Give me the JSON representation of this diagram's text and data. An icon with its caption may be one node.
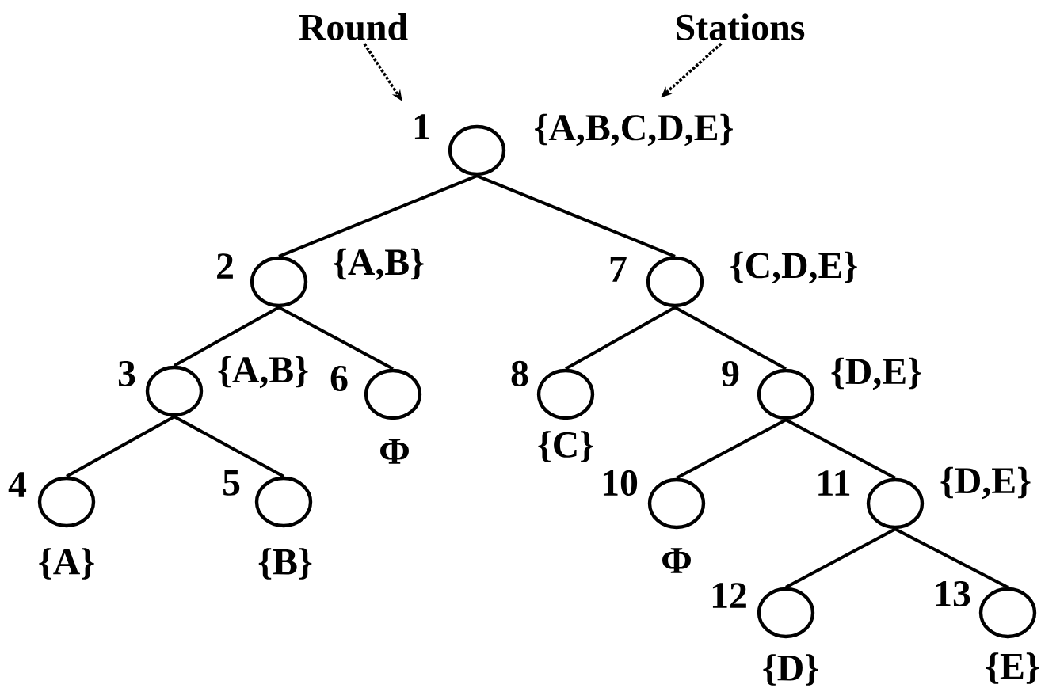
{
  "diagram": {
    "nodes": [
      {
        "text": [
          "Round"
        ]
      },
      {
        "text": [
          "Stations"
        ]
      },
      {
        "text": [],
        "shape": "circle",
        "beside": [
          "1",
          "{A,B,C,D,E}"
        ]
      },
      {
        "text": [],
        "shape": "circle",
        "beside": [
          "2",
          "{A,B}"
        ]
      },
      {
        "text": [],
        "shape": "circle",
        "beside": [
          "7",
          "{C,D,E}"
        ]
      },
      {
        "text": [],
        "shape": "circle",
        "beside": [
          "3",
          "{A,B}"
        ]
      },
      {
        "text": [],
        "shape": "circle",
        "beside": [
          "6",
          "Φ"
        ]
      },
      {
        "text": [],
        "shape": "circle",
        "beside": [
          "8",
          "{C}"
        ]
      },
      {
        "text": [],
        "shape": "circle",
        "beside": [
          "9",
          "{D,E}"
        ]
      },
      {
        "text": [],
        "shape": "circle",
        "beside": [
          "4",
          "{A}"
        ]
      },
      {
        "text": [],
        "shape": "circle",
        "beside": [
          "5",
          "{B}"
        ]
      },
      {
        "text": [],
        "shape": "circle",
        "beside": [
          "10",
          "Φ"
        ]
      },
      {
        "text": [],
        "shape": "circle",
        "beside": [
          "11",
          "{D,E}"
        ]
      },
      {
        "text": [],
        "shape": "circle",
        "beside": [
          "12",
          "{D}"
        ]
      },
      {
        "text": [],
        "shape": "circle",
        "beside": [
          "13",
          "{E}"
        ]
      }
    ],
    "edges": [
      {
        "from": 0,
        "to": 2,
        "arrow": "to",
        "style": "dashed"
      },
      {
        "from": 1,
        "to": 2,
        "arrow": "to",
        "style": "dashed"
      },
      {
        "from": 2,
        "to": 3,
        "arrow": "none"
      },
      {
        "from": 2,
        "to": 4,
        "arrow": "none"
      },
      {
        "from": 3,
        "to": 5,
        "arrow": "none"
      },
      {
        "from": 3,
        "to": 6,
        "arrow": "none"
      },
      {
        "from": 5,
        "to": 9,
        "arrow": "none"
      },
      {
        "from": 5,
        "to": 10,
        "arrow": "none"
      },
      {
        "from": 4,
        "to": 7,
        "arrow": "none"
      },
      {
        "from": 4,
        "to": 8,
        "arrow": "none"
      },
      {
        "from": 8,
        "to": 11,
        "arrow": "none"
      },
      {
        "from": 8,
        "to": 12,
        "arrow": "none"
      },
      {
        "from": 12,
        "to": 13,
        "arrow": "none"
      },
      {
        "from": 12,
        "to": 14,
        "arrow": "none"
      }
    ]
  }
}
